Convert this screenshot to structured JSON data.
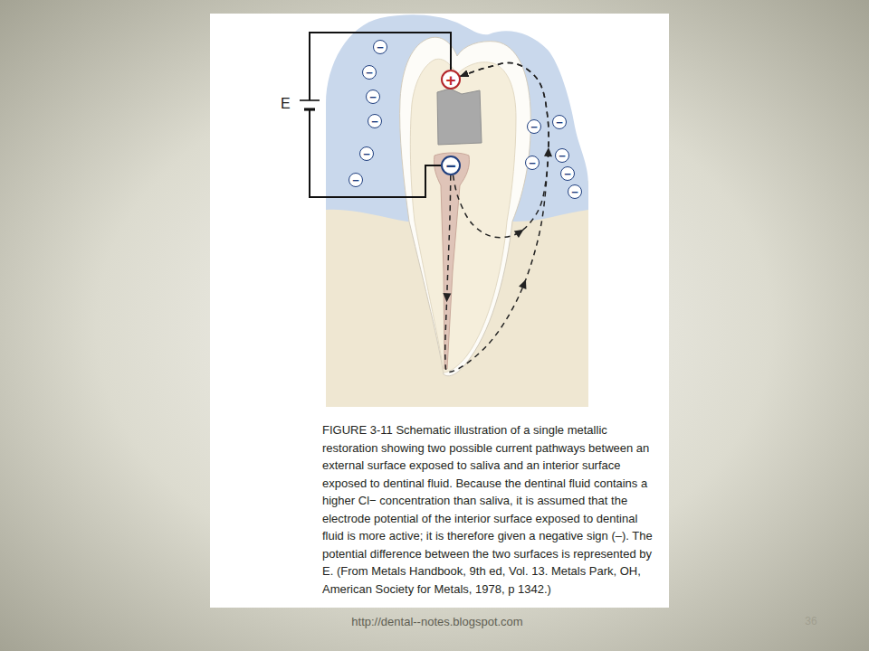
{
  "diagram": {
    "caption": "FIGURE 3-11 Schematic illustration of a single metallic restoration showing two possible current pathways between an external surface exposed to saliva and an interior surface exposed to dentinal fluid. Because the dentinal fluid contains a higher Cl− concentration than saliva, it is assumed that the electrode potential of the interior surface exposed to dentinal fluid is more active; it is therefore given a negative sign (–). The potential difference between the two surfaces is represented by E. (From Metals Handbook, 9th ed, Vol. 13. Metals Park, OH, American Society for Metals, 1978, p 1342.)",
    "nodes": [
      {
        "text": [
          "+"
        ]
      },
      {
        "text": [
          "−"
        ]
      },
      {
        "text": [
          "−"
        ]
      },
      {
        "text": [
          "−"
        ]
      },
      {
        "text": [
          "−"
        ]
      },
      {
        "text": [
          "−"
        ]
      },
      {
        "text": [
          "−"
        ]
      },
      {
        "text": [
          "−"
        ]
      },
      {
        "text": [
          "−"
        ]
      },
      {
        "text": [
          "−"
        ]
      },
      {
        "text": [
          "−"
        ]
      },
      {
        "text": [
          "−"
        ]
      },
      {
        "text": [
          "−"
        ]
      },
      {
        "text": [
          "−"
        ]
      }
    ],
    "edges": [
      {
        "from": 0,
        "to": 1,
        "arrow": "none",
        "label": "E"
      },
      {
        "from": 1,
        "to": 0,
        "arrow": "to"
      },
      {
        "from": 1,
        "to": 0,
        "arrow": "to"
      }
    ],
    "labels": [
      "http://dental--notes.blogspot.com",
      "36"
    ]
  }
}
